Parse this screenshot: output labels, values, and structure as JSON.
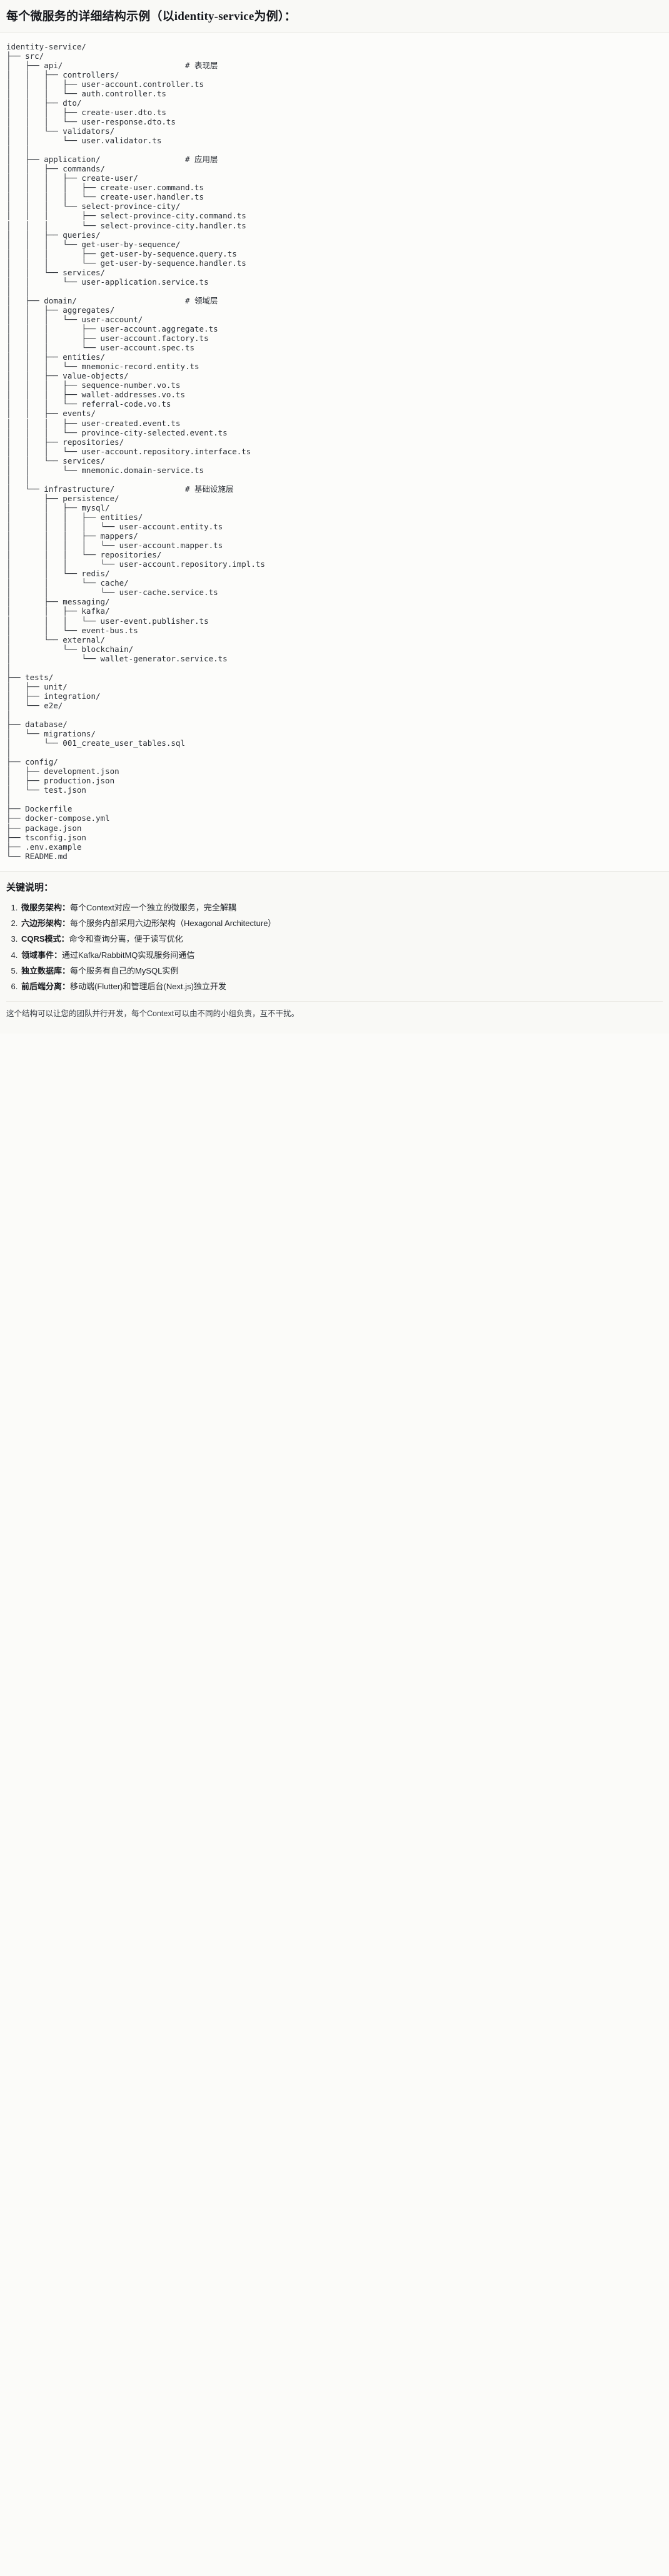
{
  "title": "每个微服务的详细结构示例（以identity-service为例）：",
  "tree": {
    "root_label": "identity-service/",
    "text": "identity-service/\n├── src/\n│   ├── api/                          # 表现层\n│   │   ├── controllers/\n│   │   │   ├── user-account.controller.ts\n│   │   │   └── auth.controller.ts\n│   │   ├── dto/\n│   │   │   ├── create-user.dto.ts\n│   │   │   └── user-response.dto.ts\n│   │   └── validators/\n│   │       └── user.validator.ts\n│   │\n│   ├── application/                  # 应用层\n│   │   ├── commands/\n│   │   │   ├── create-user/\n│   │   │   │   ├── create-user.command.ts\n│   │   │   │   └── create-user.handler.ts\n│   │   │   └── select-province-city/\n│   │   │       ├── select-province-city.command.ts\n│   │   │       └── select-province-city.handler.ts\n│   │   ├── queries/\n│   │   │   └── get-user-by-sequence/\n│   │   │       ├── get-user-by-sequence.query.ts\n│   │   │       └── get-user-by-sequence.handler.ts\n│   │   └── services/\n│   │       └── user-application.service.ts\n│   │\n│   ├── domain/                       # 领域层\n│   │   ├── aggregates/\n│   │   │   └── user-account/\n│   │   │       ├── user-account.aggregate.ts\n│   │   │       ├── user-account.factory.ts\n│   │   │       └── user-account.spec.ts\n│   │   ├── entities/\n│   │   │   └── mnemonic-record.entity.ts\n│   │   ├── value-objects/\n│   │   │   ├── sequence-number.vo.ts\n│   │   │   ├── wallet-addresses.vo.ts\n│   │   │   └── referral-code.vo.ts\n│   │   ├── events/\n│   │   │   ├── user-created.event.ts\n│   │   │   └── province-city-selected.event.ts\n│   │   ├── repositories/\n│   │   │   └── user-account.repository.interface.ts\n│   │   └── services/\n│   │       └── mnemonic.domain-service.ts\n│   │\n│   └── infrastructure/               # 基础设施层\n│       ├── persistence/\n│       │   ├── mysql/\n│       │   │   ├── entities/\n│       │   │   │   └── user-account.entity.ts\n│       │   │   ├── mappers/\n│       │   │   │   └── user-account.mapper.ts\n│       │   │   └── repositories/\n│       │   │       └── user-account.repository.impl.ts\n│       │   └── redis/\n│       │       └── cache/\n│       │           └── user-cache.service.ts\n│       ├── messaging/\n│       │   ├── kafka/\n│       │   │   └── user-event.publisher.ts\n│       │   └── event-bus.ts\n│       └── external/\n│           └── blockchain/\n│               └── wallet-generator.service.ts\n│\n├── tests/\n│   ├── unit/\n│   ├── integration/\n│   └── e2e/\n│\n├── database/\n│   └── migrations/\n│       └── 001_create_user_tables.sql\n│\n├── config/\n│   ├── development.json\n│   ├── production.json\n│   └── test.json\n│\n├── Dockerfile\n├── docker-compose.yml\n├── package.json\n├── tsconfig.json\n├── .env.example\n└── README.md",
    "layer_comments": [
      {
        "path": "src/api/",
        "comment": "# 表现层"
      },
      {
        "path": "src/application/",
        "comment": "# 应用层"
      },
      {
        "path": "src/domain/",
        "comment": "# 领域层"
      },
      {
        "path": "src/infrastructure/",
        "comment": "# 基础设施层"
      }
    ]
  },
  "notes": {
    "heading": "关键说明：",
    "items": [
      {
        "term": "微服务架构：",
        "desc": "每个Context对应一个独立的微服务，完全解耦"
      },
      {
        "term": "六边形架构：",
        "desc": "每个服务内部采用六边形架构（Hexagonal Architecture）"
      },
      {
        "term": "CQRS模式：",
        "desc": "命令和查询分离，便于读写优化"
      },
      {
        "term": "领域事件：",
        "desc": "通过Kafka/RabbitMQ实现服务间通信"
      },
      {
        "term": "独立数据库：",
        "desc": "每个服务有自己的MySQL实例"
      },
      {
        "term": "前后端分离：",
        "desc": "移动端(Flutter)和管理后台(Next.js)独立开发"
      }
    ],
    "footer": "这个结构可以让您的团队并行开发，每个Context可以由不同的小组负责，互不干扰。"
  }
}
